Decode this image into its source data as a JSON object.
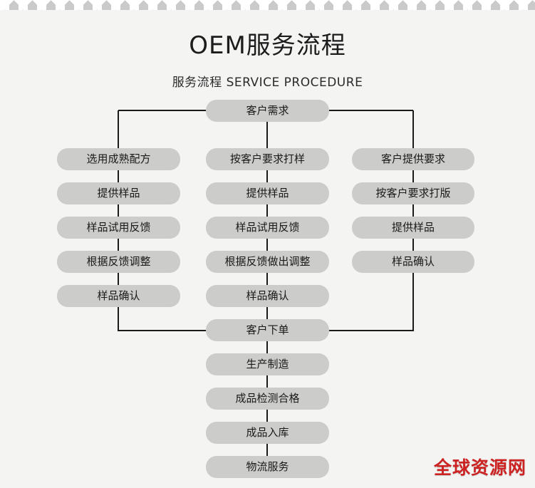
{
  "header": {
    "title": "OEM服务流程",
    "subtitle": "服务流程 SERVICE PROCEDURE"
  },
  "flow": {
    "start_node": "客户需求",
    "merge_node": "客户下单",
    "columns": {
      "left": [
        "选用成熟配方",
        "提供样品",
        "样品试用反馈",
        "根据反馈调整",
        "样品确认"
      ],
      "middle": [
        "按客户要求打样",
        "提供样品",
        "样品试用反馈",
        "根据反馈做出调整",
        "样品确认"
      ],
      "right": [
        "客户提供要求",
        "按客户要求打版",
        "提供样品",
        "样品确认"
      ]
    },
    "tail": [
      "生产制造",
      "成品检测合格",
      "成品入库",
      "物流服务"
    ]
  },
  "watermark": {
    "text": "全球资源网",
    "color": "#cc2222"
  },
  "colors": {
    "background": "#f4f4f3",
    "node_fill": "#ccccca",
    "connector": "#1a1a1a",
    "text": "#1a1a1a",
    "deco": "#c9cac9"
  }
}
